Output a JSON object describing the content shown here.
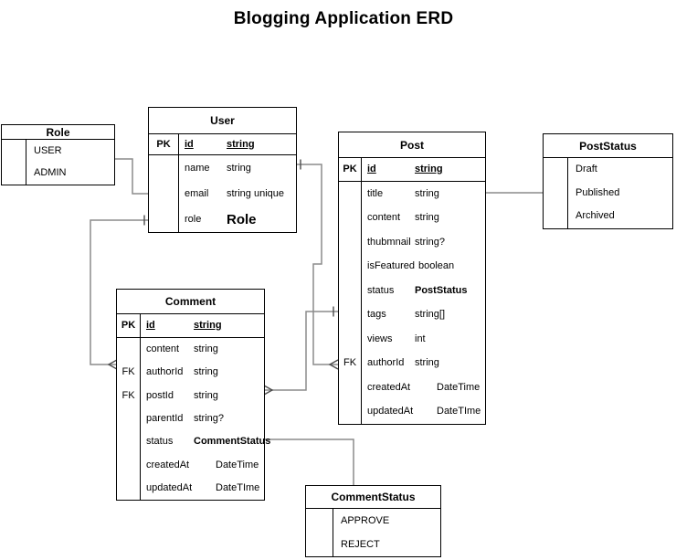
{
  "title": "Blogging Application ERD",
  "colors": {
    "background": "#ffffff",
    "text": "#000000",
    "table_border": "#000000",
    "connector": "#8c8c8c",
    "marker": "#4d4d4d"
  },
  "entities": {
    "role": {
      "title": "Role",
      "values": [
        "USER",
        "ADMIN"
      ]
    },
    "user": {
      "title": "User",
      "rows": [
        {
          "key": "PK",
          "name": "id",
          "type": "string"
        },
        {
          "key": "",
          "name": "name",
          "type": "string"
        },
        {
          "key": "",
          "name": "email",
          "type": "string unique"
        },
        {
          "key": "",
          "name": "role",
          "type": "Role"
        }
      ]
    },
    "post": {
      "title": "Post",
      "rows": [
        {
          "key": "PK",
          "name": "id",
          "type": "string"
        },
        {
          "key": "",
          "name": "title",
          "type": "string"
        },
        {
          "key": "",
          "name": "content",
          "type": "string"
        },
        {
          "key": "",
          "name": "thubmnail",
          "type": "string?"
        },
        {
          "key": "",
          "name": "isFeatured",
          "type": "boolean"
        },
        {
          "key": "",
          "name": "status",
          "type": "PostStatus"
        },
        {
          "key": "",
          "name": "tags",
          "type": "string[]"
        },
        {
          "key": "",
          "name": "views",
          "type": "int"
        },
        {
          "key": "FK",
          "name": "authorId",
          "type": "string"
        },
        {
          "key": "",
          "name": "createdAt",
          "type": "DateTime"
        },
        {
          "key": "",
          "name": "updatedAt",
          "type": "DateTIme"
        }
      ]
    },
    "poststatus": {
      "title": "PostStatus",
      "values": [
        "Draft",
        "Published",
        "Archived"
      ]
    },
    "comment": {
      "title": "Comment",
      "rows": [
        {
          "key": "PK",
          "name": "id",
          "type": "string"
        },
        {
          "key": "",
          "name": "content",
          "type": "string"
        },
        {
          "key": "FK",
          "name": "authorId",
          "type": "string"
        },
        {
          "key": "FK",
          "name": "postId",
          "type": "string"
        },
        {
          "key": "",
          "name": "parentId",
          "type": "string?"
        },
        {
          "key": "",
          "name": "status",
          "type": "CommentStatus"
        },
        {
          "key": "",
          "name": "createdAt",
          "type": "DateTime"
        },
        {
          "key": "",
          "name": "updatedAt",
          "type": "DateTIme"
        }
      ]
    },
    "commentstatus": {
      "title": "CommentStatus",
      "values": [
        "APPROVE",
        "REJECT"
      ]
    }
  },
  "relationships": [
    {
      "from": "Role",
      "to": "User.role",
      "from_marker": "none",
      "to_marker": "none"
    },
    {
      "from": "User",
      "to": "Comment.authorId",
      "from_marker": "one",
      "to_marker": "many"
    },
    {
      "from": "User",
      "to": "Post.authorId",
      "from_marker": "one",
      "to_marker": "many"
    },
    {
      "from": "Post",
      "to": "Comment.postId",
      "from_marker": "one",
      "to_marker": "many"
    },
    {
      "from": "Post.status",
      "to": "PostStatus",
      "from_marker": "none",
      "to_marker": "none"
    },
    {
      "from": "Comment.status",
      "to": "CommentStatus",
      "from_marker": "none",
      "to_marker": "none"
    }
  ]
}
